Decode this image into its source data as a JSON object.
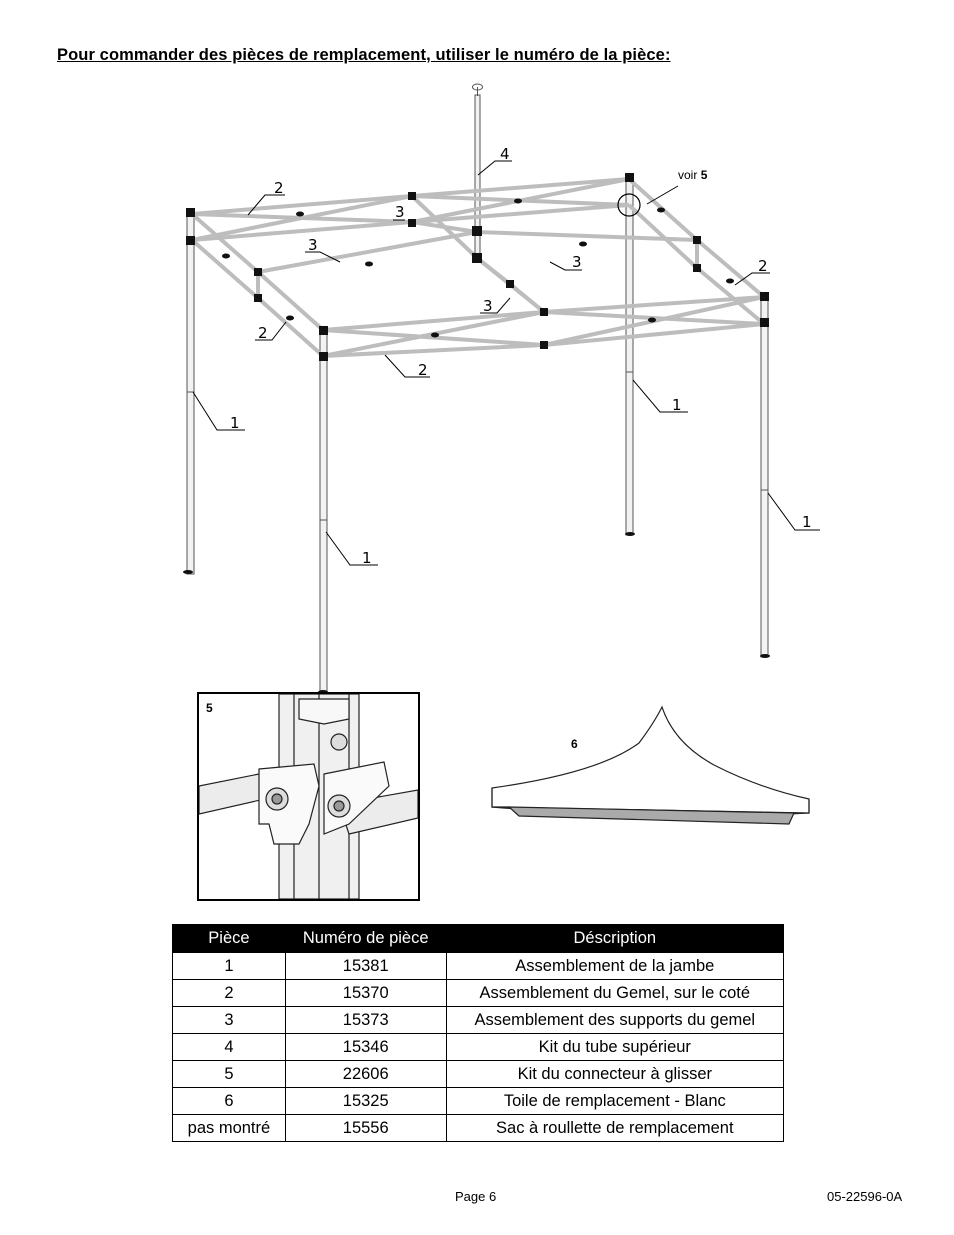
{
  "heading": "Pour commander des pièces de remplacement, utiliser le numéro de la pièce:",
  "callouts": {
    "leg": "1",
    "side_truss": "2",
    "support": "3",
    "top_tube": "4",
    "see_prefix": "voir",
    "see_number": "5",
    "detail_number": "5",
    "canopy_number": "6"
  },
  "table": {
    "headers": [
      "Pièce",
      "Numéro de pièce",
      "Déscription"
    ],
    "rows": [
      [
        "1",
        "15381",
        "Assemblement de la jambe"
      ],
      [
        "2",
        "15370",
        "Assemblement du Gemel, sur le coté"
      ],
      [
        "3",
        "15373",
        "Assemblement des supports du gemel"
      ],
      [
        "4",
        "15346",
        "Kit du tube supérieur"
      ],
      [
        "5",
        "22606",
        "Kit du connecteur à glisser"
      ],
      [
        "6",
        "15325",
        "Toile de remplacement - Blanc"
      ],
      [
        "pas montré",
        "15556",
        "Sac à roullette de remplacement"
      ]
    ]
  },
  "footer": {
    "page": "Page 6",
    "doc_number": "05-22596-0A"
  }
}
